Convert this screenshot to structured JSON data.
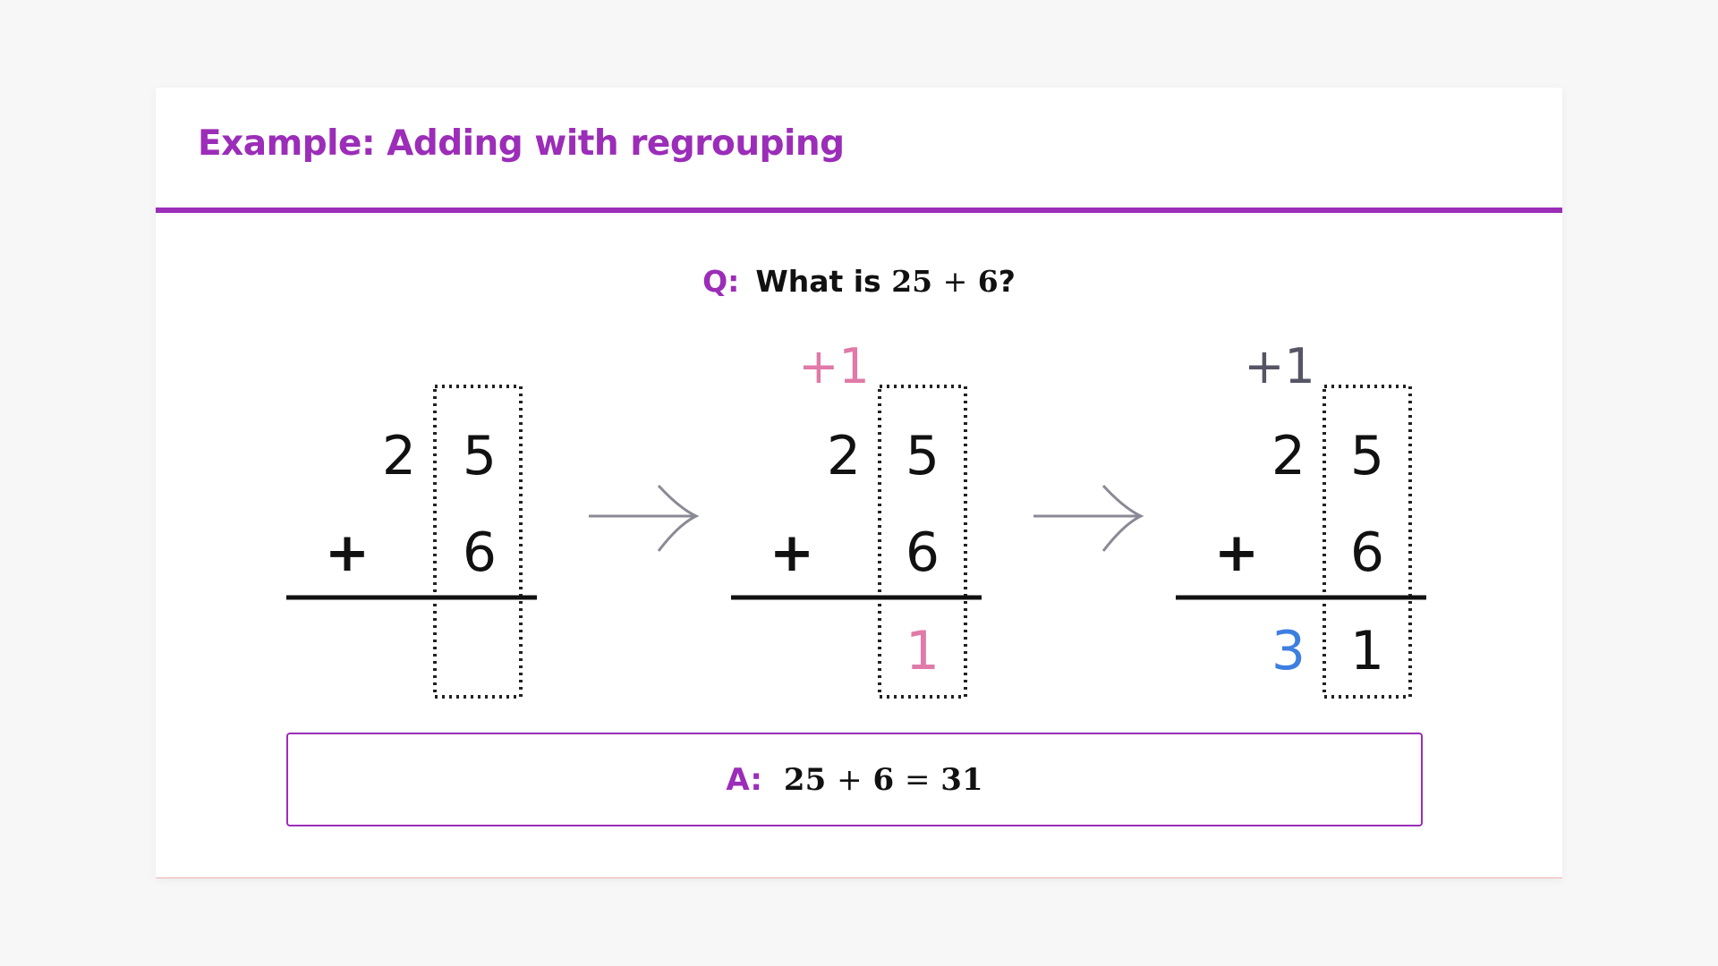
{
  "title": "Example: Adding with regrouping",
  "question": {
    "prefix": "Q:",
    "text": "What is",
    "expr_a": "25",
    "op": "+",
    "expr_b": "6",
    "suffix": "?"
  },
  "steps": [
    {
      "carry": "",
      "top": [
        "2",
        "5"
      ],
      "plus": "+",
      "bottom": [
        "",
        "6"
      ],
      "result": [
        "",
        ""
      ]
    },
    {
      "carry": "+1",
      "top": [
        "2",
        "5"
      ],
      "plus": "+",
      "bottom": [
        "",
        "6"
      ],
      "result": [
        "",
        "1"
      ]
    },
    {
      "carry": "+1",
      "top": [
        "2",
        "5"
      ],
      "plus": "+",
      "bottom": [
        "",
        "6"
      ],
      "result": [
        "3",
        "1"
      ]
    }
  ],
  "arrow_icon": "right-arrow-icon",
  "answer": {
    "prefix": "A:",
    "a": "25",
    "op": "+",
    "b": "6",
    "eq": "=",
    "result": "31"
  },
  "colors": {
    "accent": "#9b2db8",
    "carry_step2": "#e07aa8",
    "carry_step3": "#555566",
    "result_ones_step2": "#e07aa8",
    "result_tens_step3": "#3d7fe0",
    "dotted_box": "#222222",
    "arrow": "#8a8a95"
  }
}
